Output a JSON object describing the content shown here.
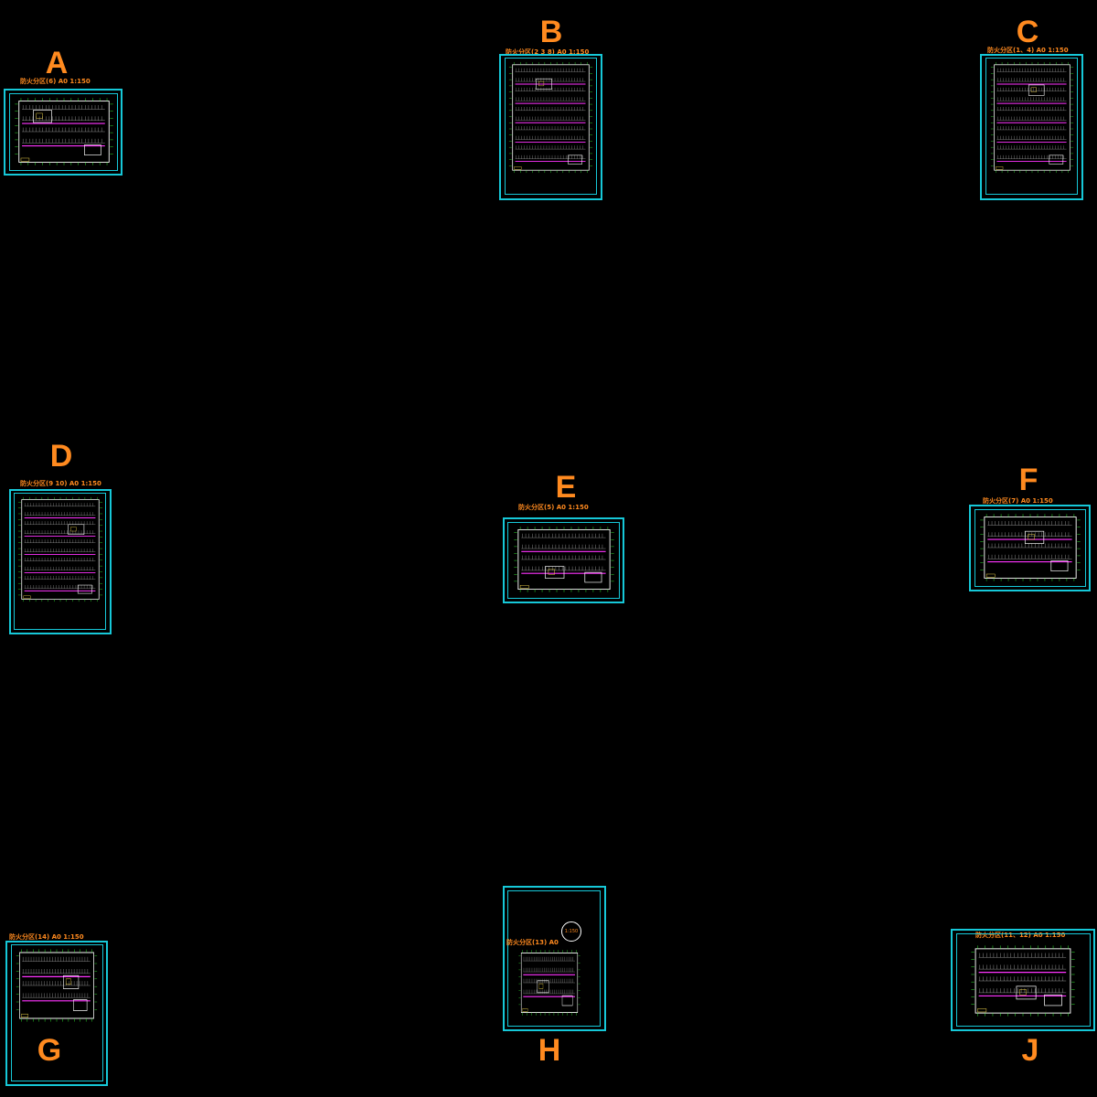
{
  "colors": {
    "background": "#000000",
    "frame": "#16c8d8",
    "label": "#ff8a1f",
    "wall": "#ffffff",
    "grid_green": "#33ff33",
    "fire_line": "#ff33ff",
    "stall": "#cccccc",
    "yellow": "#ffe14d"
  },
  "sheets": [
    {
      "id": "A",
      "letter": "A",
      "title": "防火分区(6) A0 1:150"
    },
    {
      "id": "B",
      "letter": "B",
      "title": "防火分区(2 3 8)  A0  1:150"
    },
    {
      "id": "C",
      "letter": "C",
      "title": "防火分区(1、4)   A0  1:150"
    },
    {
      "id": "D",
      "letter": "D",
      "title": "防火分区(9 10)  A0  1:150"
    },
    {
      "id": "E",
      "letter": "E",
      "title": "防火分区(5)       A0  1:150"
    },
    {
      "id": "F",
      "letter": "F",
      "title": "防火分区(7)       A0  1:150"
    },
    {
      "id": "G",
      "letter": "G",
      "title": "防火分区(14)  A0   1:150"
    },
    {
      "id": "H",
      "letter": "H",
      "title": "防火分区(13)  A0",
      "scale_note": "1:150"
    },
    {
      "id": "J",
      "letter": "J",
      "title": "防火分区(11、12)  A0   1:150"
    }
  ]
}
